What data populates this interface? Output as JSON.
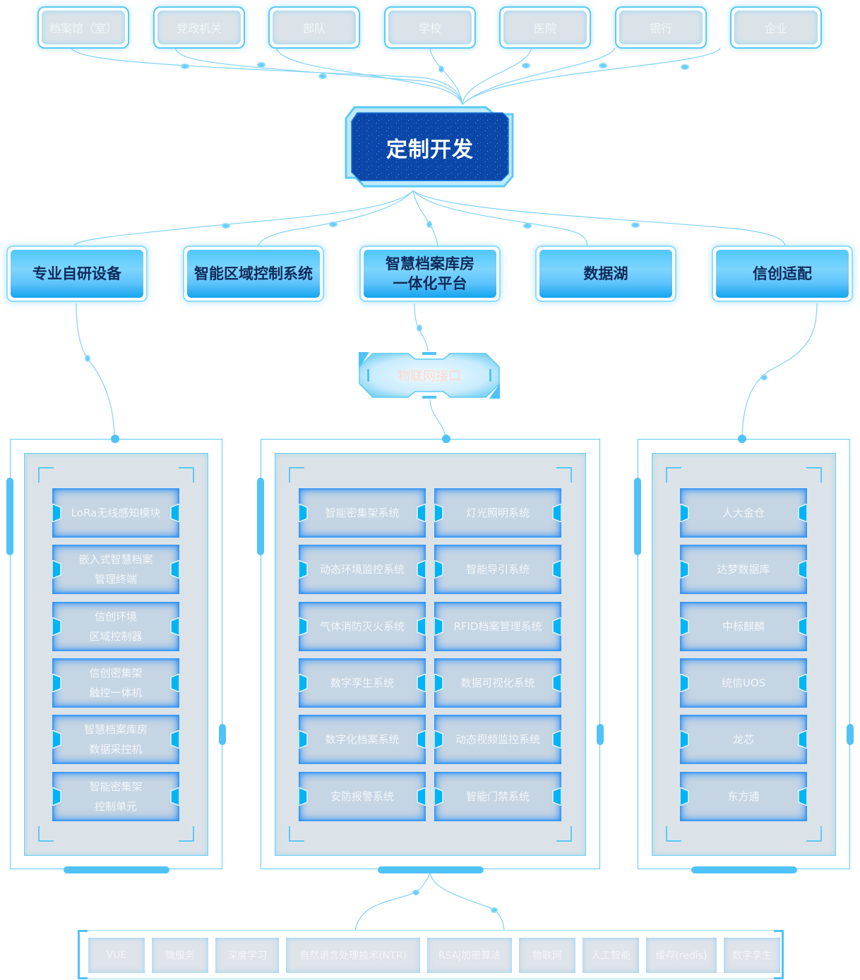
{
  "sources": [
    "档案馆（室）",
    "党政机关",
    "部队",
    "学校",
    "医院",
    "银行",
    "企业"
  ],
  "hub": {
    "label": "定制开发"
  },
  "categories": [
    {
      "label": "专业自研设备"
    },
    {
      "label": "智能区域控制系统"
    },
    {
      "label": "智慧档案库房\n一体化平台"
    },
    {
      "label": "数据湖"
    },
    {
      "label": "信创适配"
    }
  ],
  "iot_interface": {
    "label": "物联网接口"
  },
  "panels": {
    "left": {
      "title_ref": "专业自研设备",
      "modules": [
        "LoRa无线感知模块",
        "嵌入式智慧档案\n管理终端",
        "信创环境\n区域控制器",
        "信创密集架\n触控一体机",
        "智慧档案库房\n数据采控机",
        "智能密集架\n控制单元"
      ]
    },
    "middle": {
      "title_ref": "智慧档案库房一体化平台",
      "modules": [
        "智能密集架系统",
        "灯光照明系统",
        "动态环境监控系统",
        "智能导引系统",
        "气体消防灭火系统",
        "RFID档案管理系统",
        "数字孪生系统",
        "数据可视化系统",
        "数字化档案系统",
        "动态视频监控系统",
        "安防报警系统",
        "智能门禁系统"
      ]
    },
    "right": {
      "title_ref": "信创适配",
      "modules": [
        "人大金仓",
        "达梦数据库",
        "中标麒麟",
        "统信UOS",
        "龙芯",
        "东方通"
      ]
    }
  },
  "technologies": [
    "VUE",
    "微服务",
    "深度学习",
    "自然语言处理技术(NTR)",
    "RSAj加密算法",
    "物联网",
    "人工智能",
    "缓存(redis)",
    "数字孪生"
  ],
  "colors": {
    "accent": "#4fc3f7",
    "hub_bg": "#0a47a8",
    "category_text": "#0d2a5a",
    "module_glow": "#2b8ef5",
    "panel_bg": "#dce3e8"
  }
}
